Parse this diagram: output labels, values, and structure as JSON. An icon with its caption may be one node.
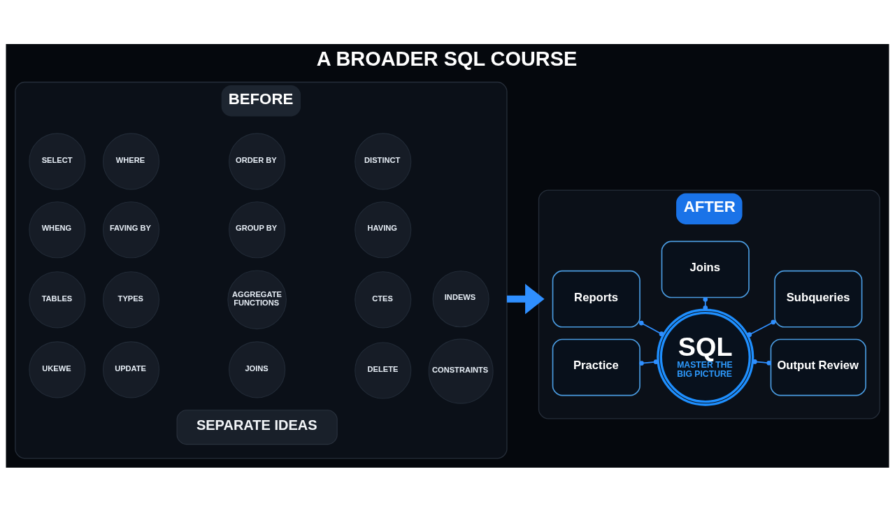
{
  "diagram": {
    "title": "A BROADER SQL COURSE",
    "nodes": [
      {
        "text": [
          "BEFORE"
        ]
      },
      {
        "text": [
          "SELECT"
        ],
        "in": 0
      },
      {
        "text": [
          "WHERE"
        ],
        "in": 0
      },
      {
        "text": [
          "ORDER BY"
        ],
        "in": 0
      },
      {
        "text": [
          "DISTINCT"
        ],
        "in": 0
      },
      {
        "text": [
          "WHENG"
        ],
        "in": 0
      },
      {
        "text": [
          "FAVING BY"
        ],
        "in": 0
      },
      {
        "text": [
          "GROUP BY"
        ],
        "in": 0
      },
      {
        "text": [
          "HAVING"
        ],
        "in": 0
      },
      {
        "text": [
          "TABLES"
        ],
        "in": 0
      },
      {
        "text": [
          "TYPES"
        ],
        "in": 0
      },
      {
        "text": [
          "AGGREGATE FUNCTIONS"
        ],
        "in": 0
      },
      {
        "text": [
          "CTES"
        ],
        "in": 0
      },
      {
        "text": [
          "INDEWS"
        ],
        "in": 0
      },
      {
        "text": [
          "UKEWE"
        ],
        "in": 0
      },
      {
        "text": [
          "UPDATE"
        ],
        "in": 0
      },
      {
        "text": [
          "JOINS"
        ],
        "in": 0
      },
      {
        "text": [
          "DELETE"
        ],
        "in": 0
      },
      {
        "text": [
          "CONSTRAINTS"
        ],
        "in": 0
      },
      {
        "text": [
          "SEPARATE IDEAS"
        ],
        "in": 0
      },
      {
        "text": [
          "AFTER"
        ]
      },
      {
        "text": [
          "Joins"
        ],
        "in": 20
      },
      {
        "text": [
          "Reports"
        ],
        "in": 20
      },
      {
        "text": [
          "SQL",
          "MASTER THE BIG PICTURE"
        ],
        "in": 20
      },
      {
        "text": [
          "Subqueries"
        ],
        "in": 20
      },
      {
        "text": [
          "Practice"
        ],
        "in": 20
      },
      {
        "text": [
          "Output Review"
        ],
        "in": 20
      }
    ],
    "edges": [
      {
        "from": 0,
        "to": 20,
        "arrow": "to",
        "style": "thick"
      },
      {
        "from": 23,
        "to": 21,
        "arrow": "other"
      },
      {
        "from": 22,
        "to": 23,
        "arrow": "other"
      },
      {
        "from": 23,
        "to": 24,
        "arrow": "other"
      },
      {
        "from": 25,
        "to": 23,
        "arrow": "other"
      },
      {
        "from": 23,
        "to": 26,
        "arrow": "other"
      }
    ]
  }
}
